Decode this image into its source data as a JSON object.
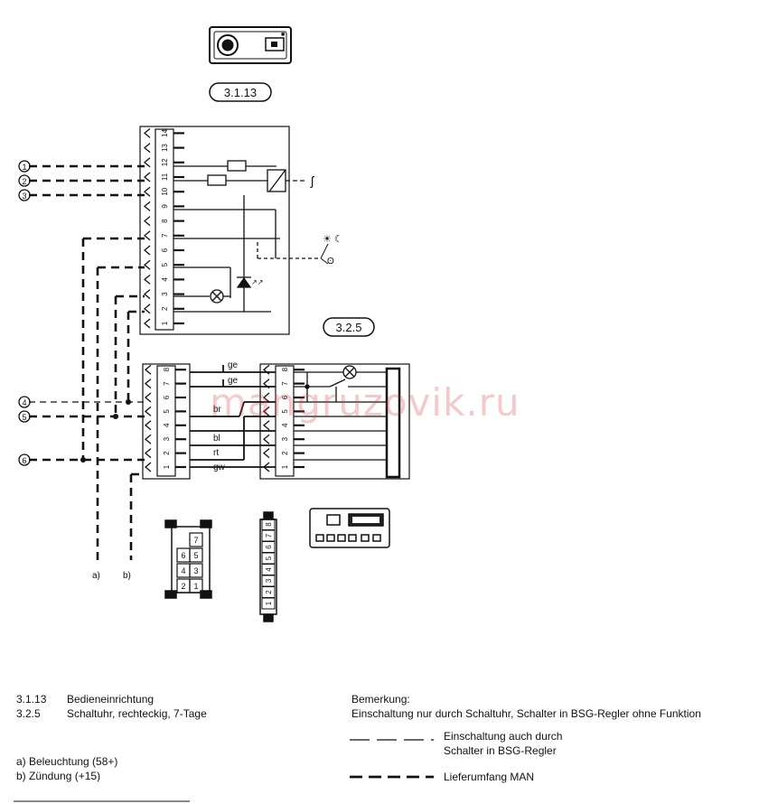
{
  "callouts": {
    "c3113": "3.1.13",
    "c325": "3.2.5",
    "n1": "1",
    "n2": "2",
    "n3": "3",
    "n4": "4",
    "n5": "5",
    "n6": "6"
  },
  "pins_upper": [
    "1",
    "2",
    "3",
    "4",
    "5",
    "6",
    "7",
    "8",
    "9",
    "10",
    "11",
    "12",
    "13",
    "14"
  ],
  "pins_mid": [
    "1",
    "2",
    "3",
    "4",
    "5",
    "6",
    "7",
    "8"
  ],
  "pins_right": [
    "1",
    "2",
    "3",
    "4",
    "5",
    "6",
    "7",
    "8"
  ],
  "wire_colors": {
    "ge_top": "ge",
    "ge": "ge",
    "br": "br",
    "bl": "bl",
    "rt": "rt",
    "gw": "gw"
  },
  "symbols": {
    "sun_moon": "☀ ☾"
  },
  "branches": {
    "a": "a)",
    "b": "b)"
  },
  "connector_a_pins": [
    "7",
    "6",
    "5",
    "4",
    "3",
    "2",
    "1"
  ],
  "connector_b_pins": [
    "1",
    "2",
    "3",
    "4",
    "5",
    "6",
    "7",
    "8"
  ],
  "legend": {
    "item1_code": "3.1.13",
    "item1_text": "Bedieneinrichtung",
    "item2_code": "3.2.5",
    "item2_text": "Schaltuhr, rechteckig, 7-Tage",
    "note_a": "a)  Beleuchtung  (58+)",
    "note_b": "b)  Zündung  (+15)"
  },
  "remark": {
    "title": "Bemerkung:",
    "text": "Einschaltung nur durch Schaltuhr, Schalter in BSG-Regler ohne Funktion",
    "line1": "Einschaltung auch durch",
    "line2": "Schalter in BSG-Regler",
    "line3": "Lieferumfang MAN"
  },
  "watermark": "mangruzovik.ru"
}
